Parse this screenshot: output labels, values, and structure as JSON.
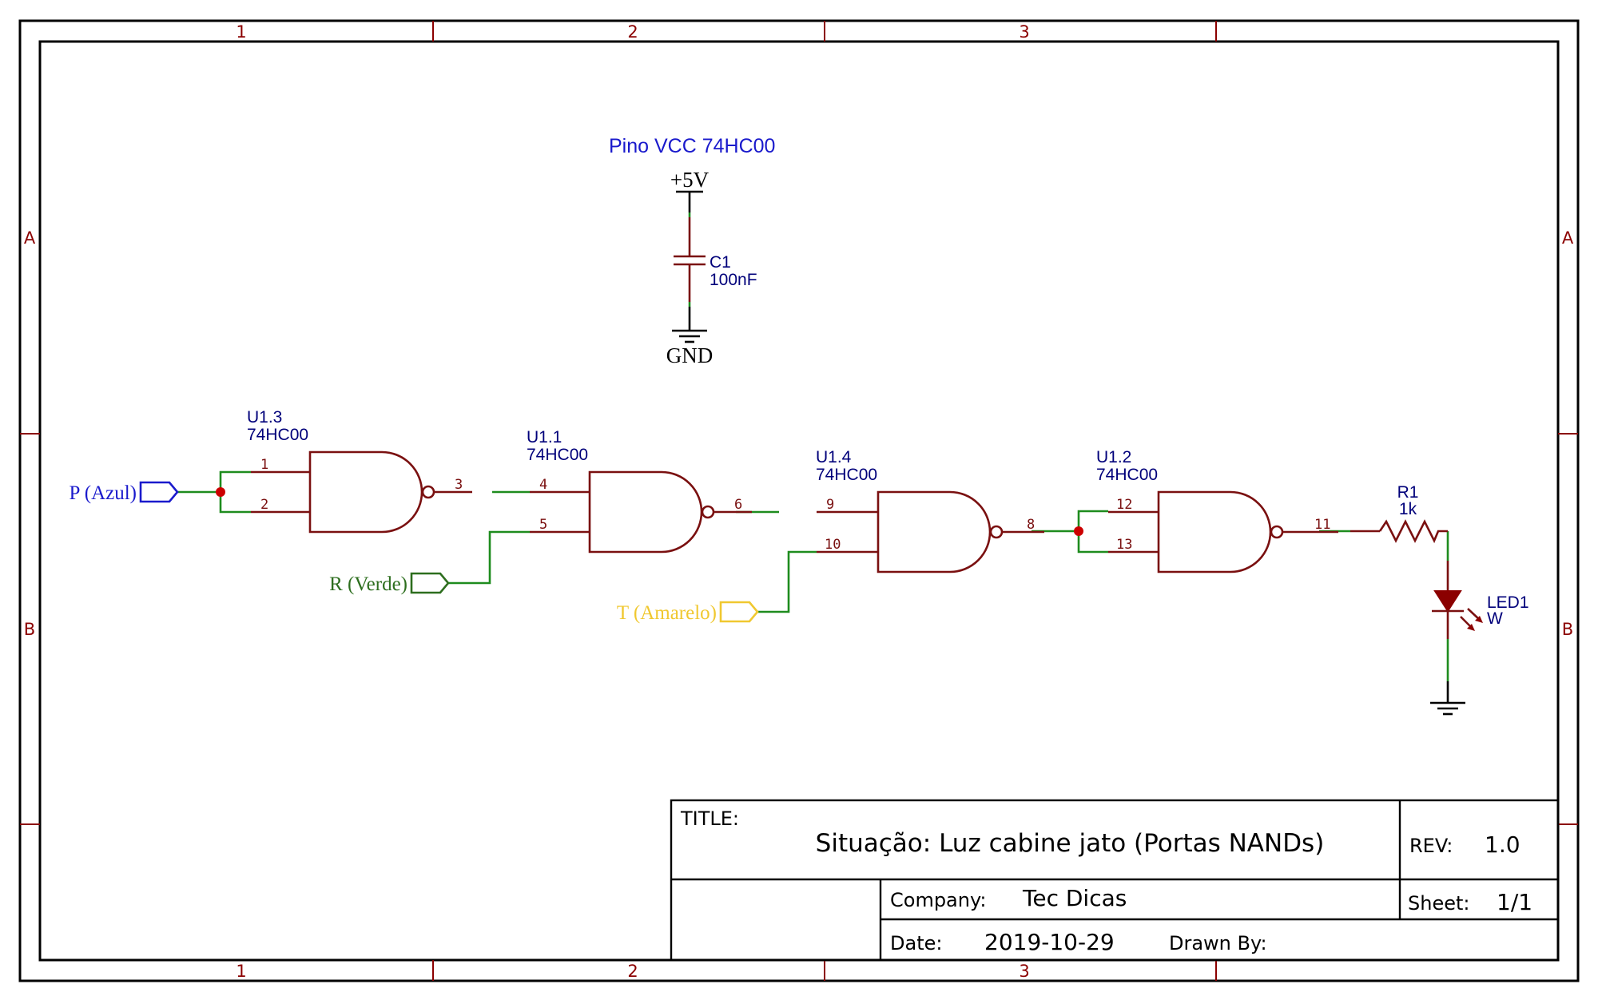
{
  "sheet": {
    "zones_columns": [
      "1",
      "2",
      "3"
    ],
    "zones_rows": [
      "A",
      "B"
    ]
  },
  "power_section": {
    "note": "Pino VCC 74HC00",
    "supply_label": "+5V",
    "ground_label": "GND",
    "capacitor": {
      "ref": "C1",
      "value": "100nF"
    }
  },
  "gates": [
    {
      "ref": "U1.3",
      "part": "74HC00",
      "type": "NAND",
      "inputs": [
        "1",
        "2"
      ],
      "output": "3"
    },
    {
      "ref": "U1.1",
      "part": "74HC00",
      "type": "NAND",
      "inputs": [
        "4",
        "5"
      ],
      "output": "6"
    },
    {
      "ref": "U1.4",
      "part": "74HC00",
      "type": "NAND",
      "inputs": [
        "9",
        "10"
      ],
      "output": "8"
    },
    {
      "ref": "U1.2",
      "part": "74HC00",
      "type": "NAND",
      "inputs": [
        "12",
        "13"
      ],
      "output": "11"
    }
  ],
  "ports": [
    {
      "label": "P (Azul)",
      "color": "#1a1acc"
    },
    {
      "label": "R (Verde)",
      "color": "#2d6e1e"
    },
    {
      "label": "T (Amarelo)",
      "color": "#f0c830"
    }
  ],
  "resistor": {
    "ref": "R1",
    "value": "1k"
  },
  "led": {
    "ref": "LED1",
    "value": "W"
  },
  "title_block": {
    "title_label": "TITLE:",
    "title": "Situação: Luz cabine jato (Portas NANDs)",
    "rev_label": "REV:",
    "rev": "1.0",
    "company_label": "Company:",
    "company": "Tec Dicas",
    "sheet_label": "Sheet:",
    "sheet": "1/1",
    "date_label": "Date:",
    "date": "2019-10-29",
    "drawn_by_label": "Drawn By:",
    "drawn_by": ""
  },
  "colors": {
    "component": "#7a1010",
    "wire": "#1e8c1e",
    "reference_text": "#00007a",
    "junction": "#cc0000",
    "frame": "#000000"
  }
}
